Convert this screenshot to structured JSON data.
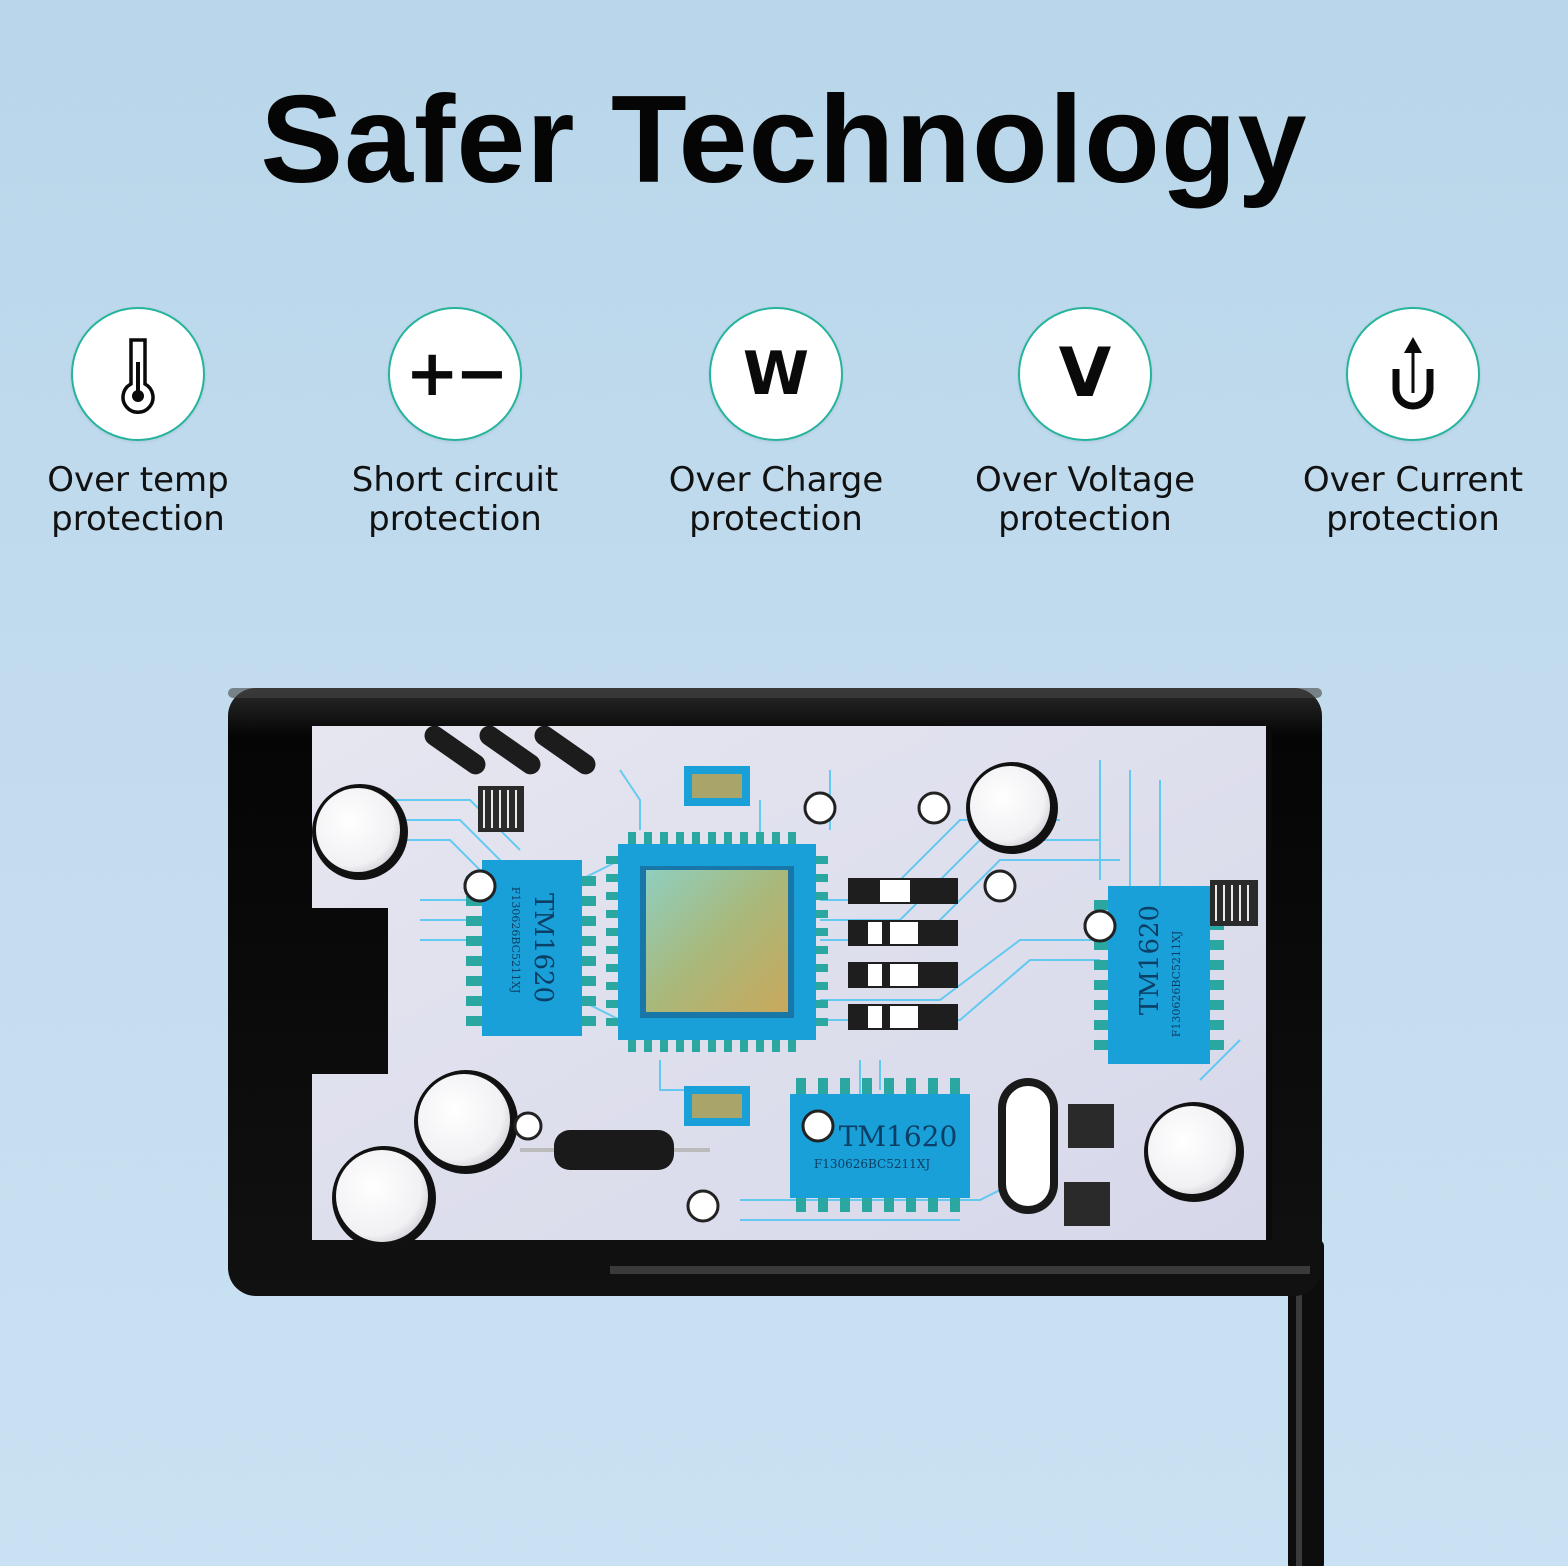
{
  "headline": "Safer Technology",
  "features": [
    {
      "icon": "thermometer-icon",
      "line1": "Over temp",
      "line2": "protection"
    },
    {
      "icon": "plus-minus-icon",
      "glyph": "+−",
      "line1": "Short circuit",
      "line2": "protection"
    },
    {
      "icon": "watt-icon",
      "glyph": "W",
      "line1": "Over Charge",
      "line2": "protection"
    },
    {
      "icon": "volt-icon",
      "glyph": "V",
      "line1": "Over Voltage",
      "line2": "protection"
    },
    {
      "icon": "current-icon",
      "line1": "Over Current",
      "line2": "protection"
    }
  ],
  "chips": [
    {
      "model": "TM1620",
      "code": "F130626BC5211XJ"
    },
    {
      "model": "TM1620",
      "code": "F130626BC5211XJ"
    },
    {
      "model": "TM1620",
      "code": "F130626BC5211XJ"
    }
  ],
  "colors": {
    "badge_border": "#25b49b",
    "chip": "#1aa0d8",
    "board": "#dfe1ef",
    "casing": "#0b0b0b"
  }
}
